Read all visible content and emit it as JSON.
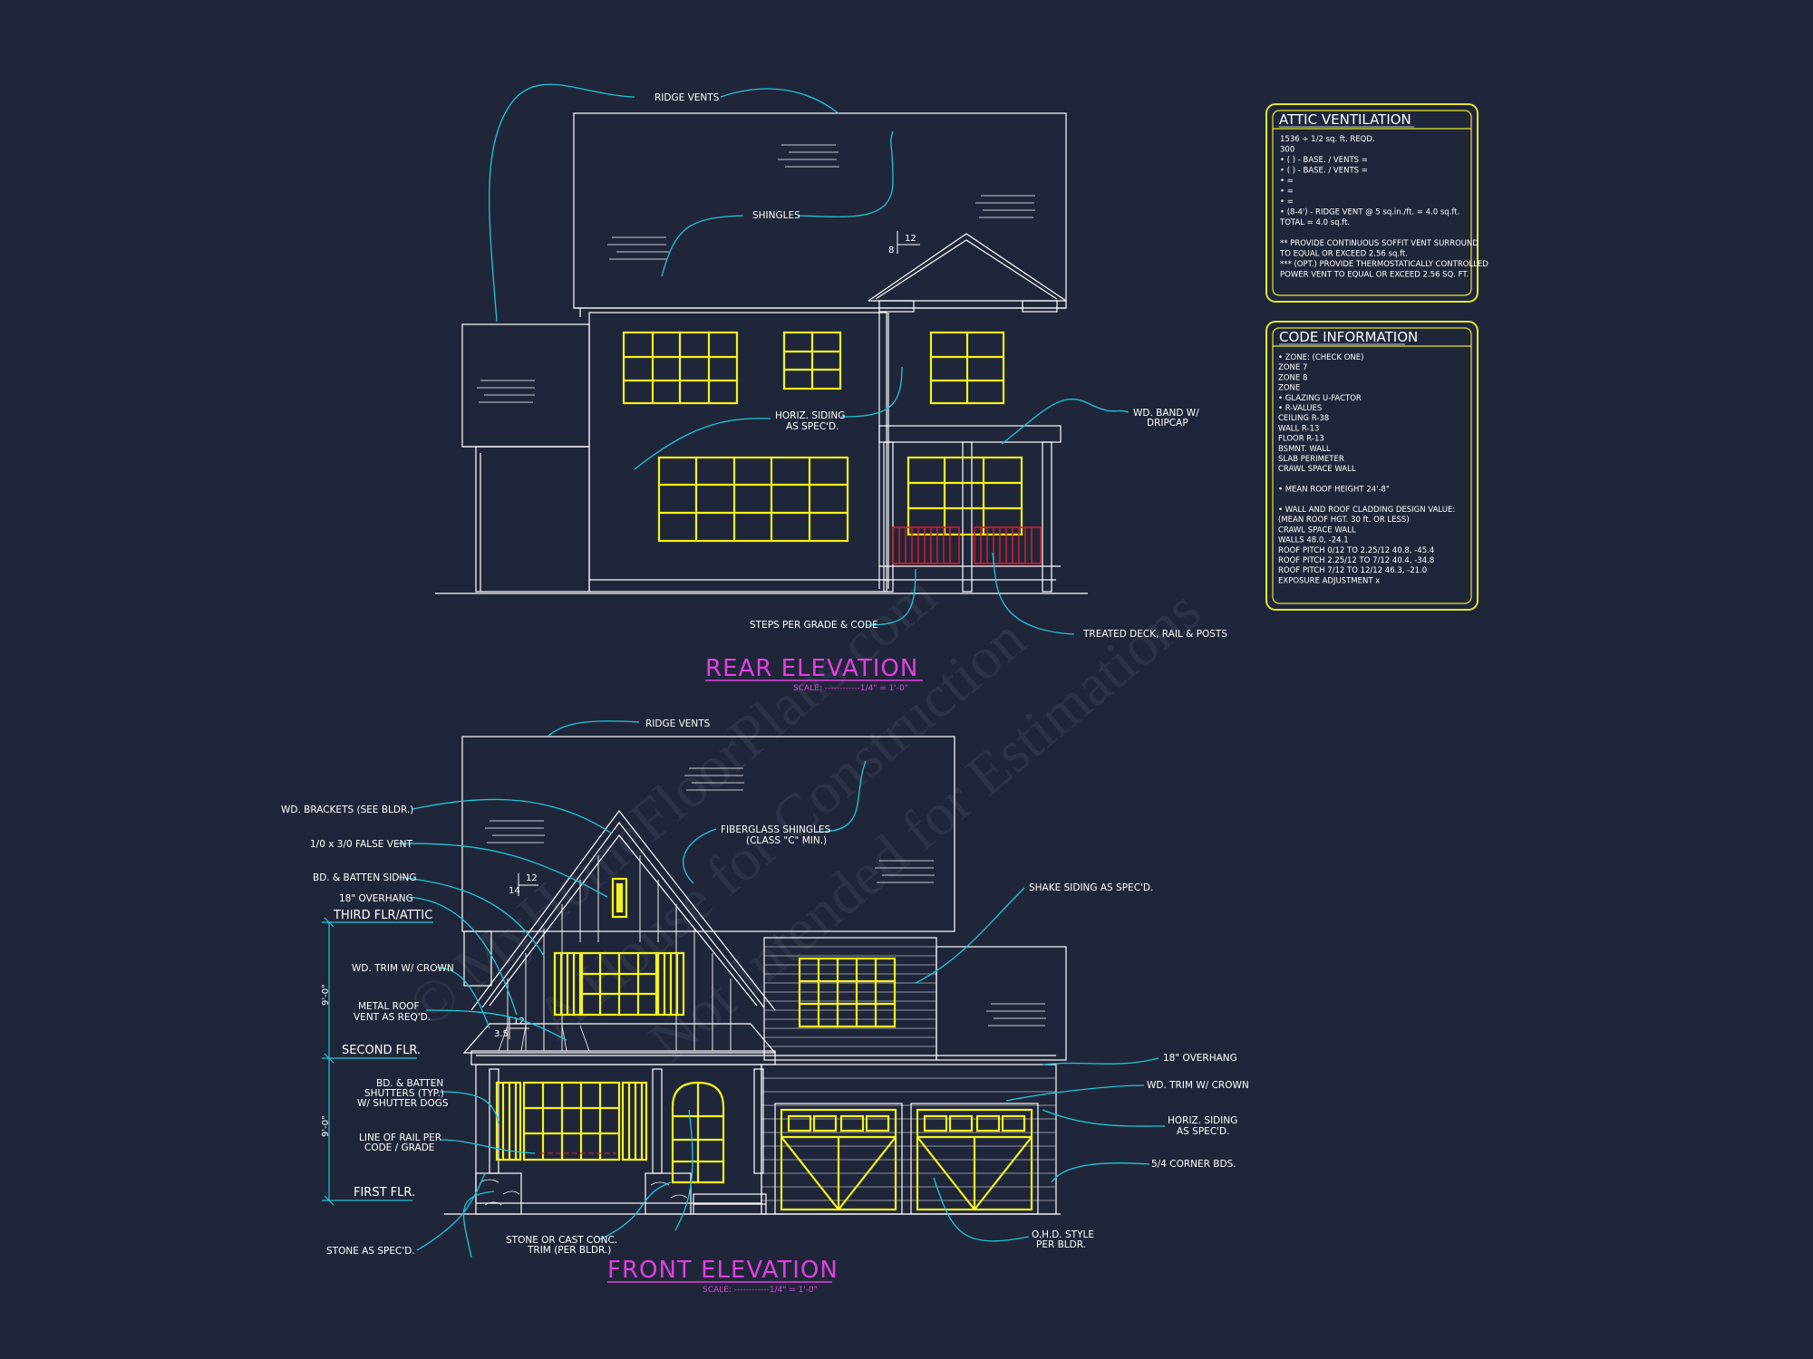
{
  "colors": {
    "background": "#20263a",
    "linework": "#ffffff",
    "leaders": "#22c5d8",
    "windows": "#f4f41c",
    "railing": "#d01d2a",
    "titles": "#e040e0",
    "info_box": "#e6e628"
  },
  "watermark": {
    "line1": "© MyHomeFloorPlans.com",
    "line2": "A House for Construction",
    "line3": "Not Intended for Estimations"
  },
  "rear": {
    "title": "REAR ELEVATION",
    "scale": "SCALE: ------------1/4\" = 1'-0\"",
    "pitch_rise": "8",
    "pitch_run": "12",
    "labels": {
      "ridge_vents": "RIDGE VENTS",
      "shingles": "SHINGLES",
      "horiz_siding": "HORIZ. SIDING",
      "horiz_siding_2": "AS SPEC'D.",
      "wd_band": "WD. BAND W/",
      "wd_band_2": "DRIPCAP",
      "steps": "STEPS PER GRADE & CODE",
      "treated_deck": "TREATED DECK, RAIL & POSTS"
    }
  },
  "front": {
    "title": "FRONT ELEVATION",
    "scale": "SCALE: ------------1/4\" = 1'-0\"",
    "pitch_rise": "14",
    "pitch_run": "12",
    "porch_pitch_rise": "3.5",
    "porch_pitch_run": "12",
    "levels": {
      "third": "THIRD FLR/ATTIC",
      "second": "SECOND FLR.",
      "first": "FIRST FLR."
    },
    "level_dims": {
      "upper": "9'-0\"",
      "lower": "9'-0\""
    },
    "labels": {
      "ridge_vents": "RIDGE VENTS",
      "wd_brackets": "WD. BRACKETS (SEE BLDR.)",
      "false_vent": "1/0 x 3/0 FALSE VENT",
      "bd_batten_siding": "BD. & BATTEN SIDING",
      "overhang_18": "18\" OVERHANG",
      "wd_trim_crown": "WD. TRIM W/ CROWN",
      "metal_roof": "METAL ROOF",
      "metal_roof_2": "VENT AS REQ'D.",
      "bd_shutters": "BD. & BATTEN",
      "bd_shutters_2": "SHUTTERS (TYP.)",
      "bd_shutters_3": "W/ SHUTTER DOGS",
      "line_rail": "LINE OF RAIL PER",
      "line_rail_2": "CODE / GRADE",
      "stone": "STONE AS SPEC'D.",
      "stone_cast": "STONE OR CAST CONC.",
      "stone_cast_2": "TRIM (PER BLDR.)",
      "fiberglass": "FIBERGLASS SHINGLES",
      "fiberglass_2": "(CLASS \"C\" MIN.)",
      "shake": "SHAKE SIDING AS SPEC'D.",
      "r_overhang": "18\" OVERHANG",
      "r_trim": "WD. TRIM W/ CROWN",
      "r_siding": "HORIZ. SIDING",
      "r_siding_2": "AS SPEC'D.",
      "corner_bds": "5/4 CORNER BDS.",
      "ohd": "O.H.D. STYLE",
      "ohd_2": "PER BLDR."
    }
  },
  "attic": {
    "title": "ATTIC VENTILATION",
    "lines": [
      "1536 ÷ 1/2 sq. ft. REQD.",
      "300",
      "• (    ) -          BASE.    /    VENTS  =",
      "• (    ) -          BASE.    /    VENTS  =",
      "•                                              =",
      "•                                              =",
      "•                                              =",
      "• (8-4') - RIDGE VENT @ 5 sq.in./ft.   = 4.0 sq.ft.",
      "                                TOTAL      = 4.0 sq.ft.",
      "",
      "** PROVIDE CONTINUOUS SOFFIT VENT SURROUND",
      "   TO EQUAL OR EXCEED 2.56 sq.ft.",
      "*** (OPT.) PROVIDE THERMOSTATICALLY CONTROLLED",
      "   POWER VENT TO EQUAL OR EXCEED 2.56 SQ. FT."
    ]
  },
  "code": {
    "title": "CODE INFORMATION",
    "lines": [
      "• ZONE: (CHECK ONE)",
      "        ZONE 7",
      "        ZONE 8",
      "        ZONE",
      "• GLAZING U-FACTOR",
      "• R-VALUES",
      "     CEILING                R-38",
      "     WALL                   R-13",
      "     FLOOR                  R-13",
      "     BSMNT. WALL",
      "     SLAB PERIMETER",
      "     CRAWL SPACE WALL",
      "",
      "• MEAN ROOF HEIGHT    24'-8\"",
      "",
      "• WALL AND ROOF CLADDING DESIGN VALUE:",
      "  (MEAN ROOF HGT. 30 ft. OR LESS)",
      "     CRAWL SPACE WALL",
      "     WALLS                            48.0, -24.1",
      "     ROOF PITCH 0/12 TO 2.25/12   40.8, -45.4",
      "     ROOF PITCH 2.25/12 TO 7/12   40.4, -34.8",
      "     ROOF PITCH 7/12 TO 12/12     46.3, -21.0",
      "     EXPOSURE ADJUSTMENT          x"
    ]
  }
}
